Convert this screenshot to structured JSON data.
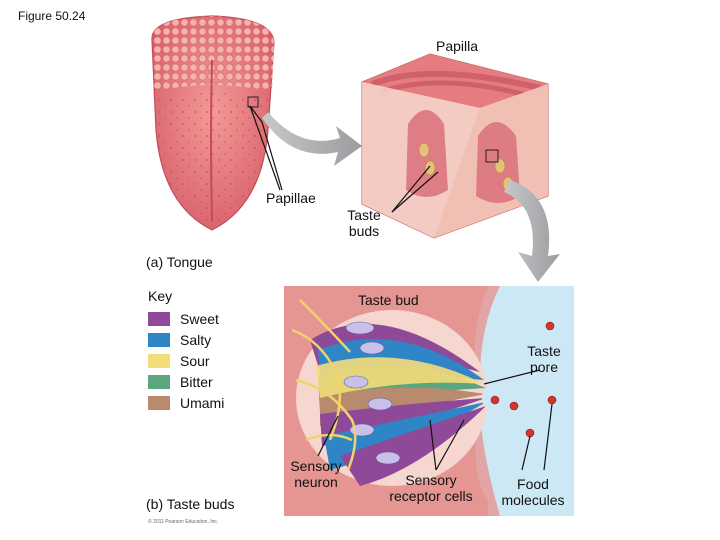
{
  "figure_title": "Figure 50.24",
  "labels": {
    "papilla": "Papilla",
    "papillae": "Papillae",
    "taste_buds_top": "Taste\nbuds",
    "tongue_caption": "(a) Tongue",
    "key_heading": "Key",
    "taste_bud": "Taste bud",
    "taste_pore": "Taste\npore",
    "sensory_neuron": "Sensory\nneuron",
    "sensory_receptor_cells": "Sensory\nreceptor cells",
    "food_molecules": "Food\nmolecules",
    "taste_buds_caption": "(b) Taste buds",
    "copyright": "© 2011 Pearson Education, Inc."
  },
  "key": [
    {
      "label": "Sweet",
      "color": "#8e4a98"
    },
    {
      "label": "Salty",
      "color": "#2f86c6"
    },
    {
      "label": "Sour",
      "color": "#f5dc7a"
    },
    {
      "label": "Bitter",
      "color": "#5aa77f"
    },
    {
      "label": "Umami",
      "color": "#b88a6e"
    }
  ],
  "colors": {
    "tongue": "#e8797a",
    "tongue_dark": "#c9505a",
    "tissue": "#f3c6bd",
    "arrow": "#a7a9ac",
    "fluid": "#cde8f5",
    "food_molecule": "#d2352d"
  }
}
